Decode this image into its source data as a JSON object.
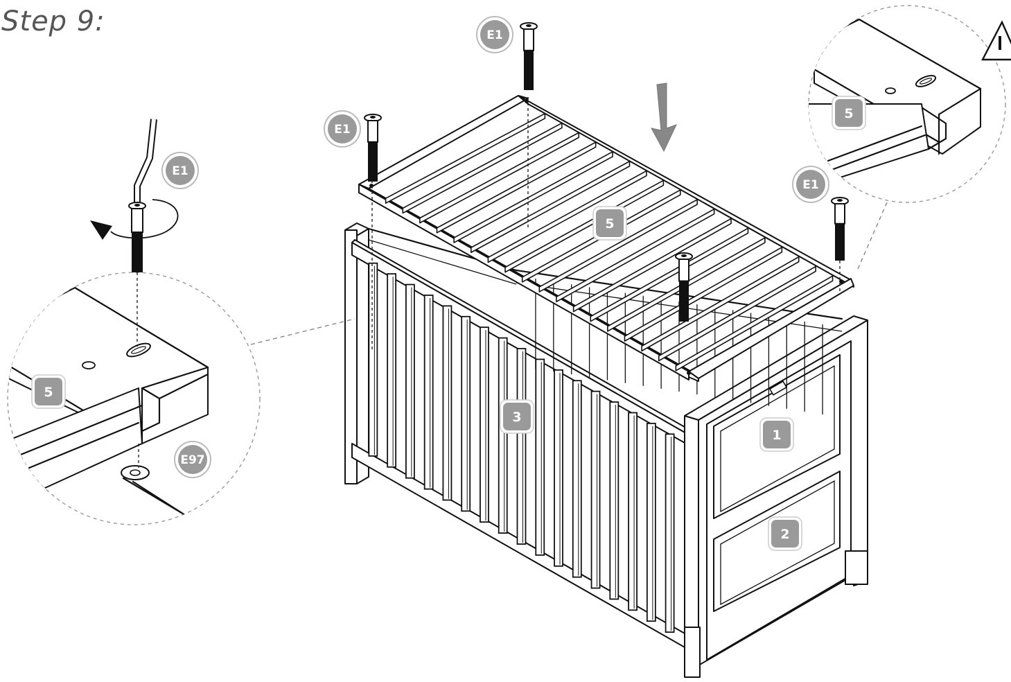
{
  "title": "Step 9:",
  "labels": {
    "e1": "E1",
    "e97": "E97",
    "part_1": "1",
    "part_2": "2",
    "part_3": "3",
    "part_5": "5"
  },
  "colors": {
    "label_fill": "#9a9a9a",
    "line": "#111111",
    "title": "#555555"
  },
  "icons": [
    "allen-key-icon",
    "rotation-arrow-icon",
    "down-arrow-icon",
    "warning-icon",
    "bolt-icon"
  ]
}
